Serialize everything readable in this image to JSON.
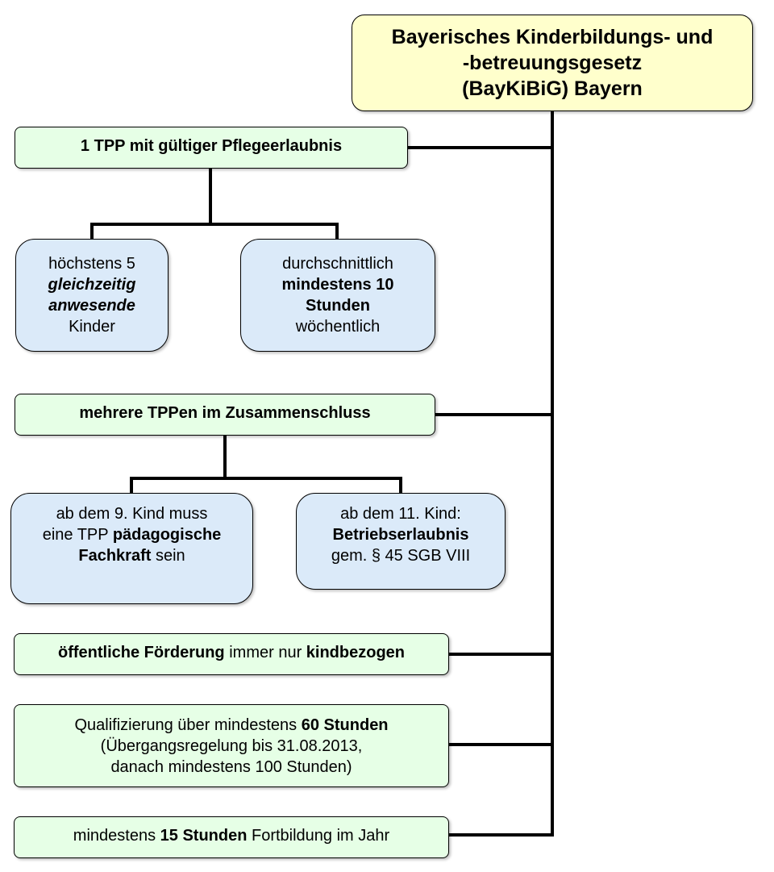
{
  "title": {
    "line1": "Bayerisches Kinderbildungs- und",
    "line2": "-betreuungsgesetz",
    "line3": "(BayKiBiG) Bayern"
  },
  "node1": {
    "label": "1 TPP mit gültiger Pflegeerlaubnis"
  },
  "node1a": {
    "line1": "höchstens 5",
    "line2": "gleichzeitig",
    "line3": "anwesende",
    "line4": "Kinder"
  },
  "node1b": {
    "line1": "durchschnittlich",
    "line2": "mindestens 10",
    "line3": "Stunden",
    "line4": "wöchentlich"
  },
  "node2": {
    "label": "mehrere TPPen im Zusammenschluss"
  },
  "node2a": {
    "line1": "ab dem 9. Kind muss",
    "line2_plain": "eine TPP ",
    "line2_bold": "pädagogische",
    "line3_bold": "Fachkraft",
    "line3_plain": " sein"
  },
  "node2b": {
    "line1": "ab dem 11. Kind:",
    "line2": "Betriebserlaubnis",
    "line3": "gem. § 45 SGB VIII"
  },
  "node3": {
    "part1_bold": "öffentliche Förderung",
    "part2": " immer nur ",
    "part3_bold": "kindbezogen"
  },
  "node4": {
    "line1_plain": "Qualifizierung über mindestens ",
    "line1_bold": "60 Stunden",
    "line2": "(Übergangsregelung bis 31.08.2013,",
    "line3": "danach mindestens 100 Stunden)"
  },
  "node5": {
    "part1": "mindestens ",
    "part2_bold": "15 Stunden",
    "part3": " Fortbildung im Jahr"
  }
}
